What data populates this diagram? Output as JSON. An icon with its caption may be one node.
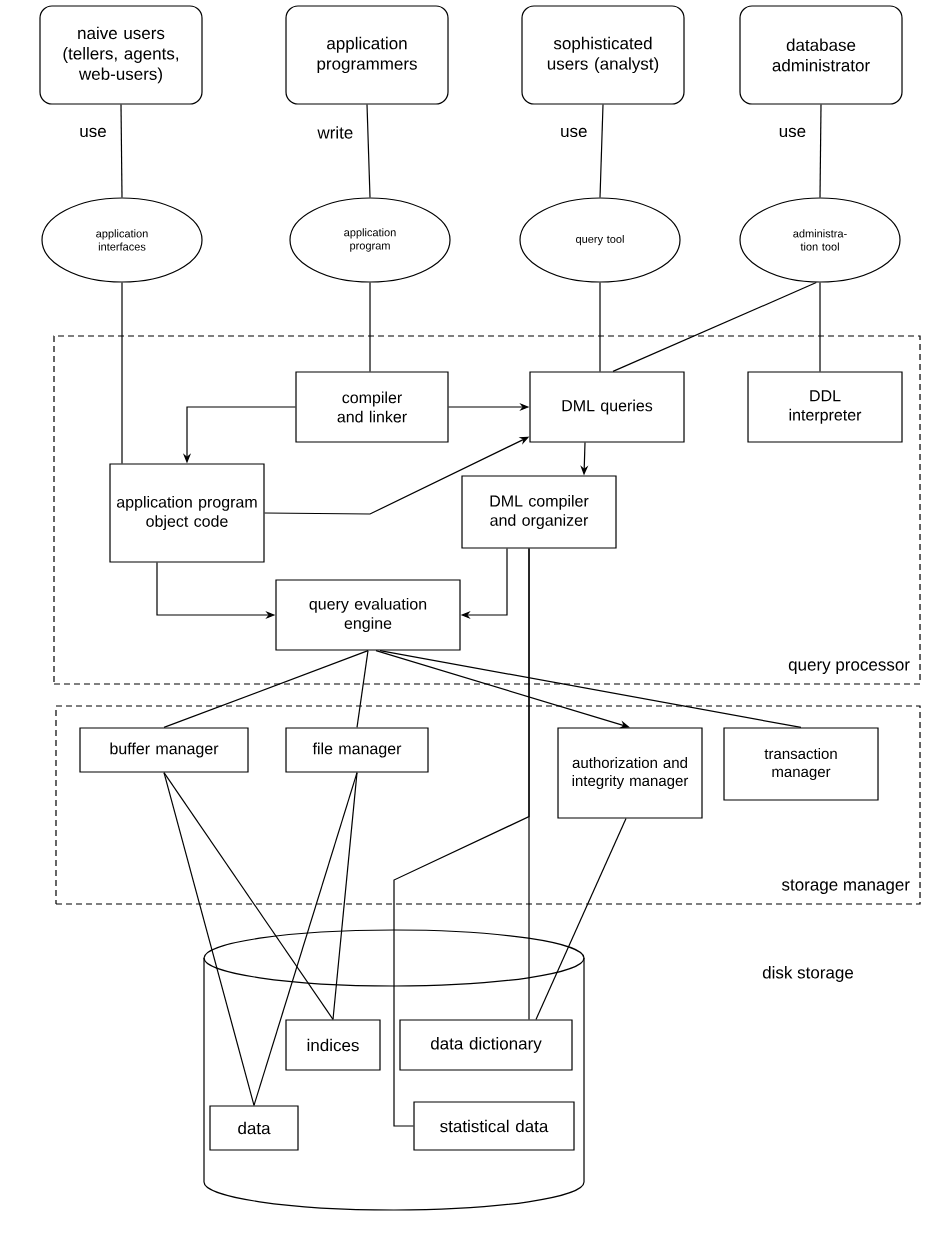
{
  "diagram": {
    "nodes": [
      {
        "text": [
          "naive users (tellers, agents, web-users)"
        ]
      },
      {
        "text": [
          "application programmers"
        ]
      },
      {
        "text": [
          "sophisticated users (analyst)"
        ]
      },
      {
        "text": [
          "database administrator"
        ]
      },
      {
        "text": [
          "application interfaces"
        ]
      },
      {
        "text": [
          "application program"
        ]
      },
      {
        "text": [
          "query tool"
        ]
      },
      {
        "text": [
          "administra-tion tool"
        ]
      },
      {
        "text": [
          "query processor"
        ]
      },
      {
        "text": [
          "compiler and linker"
        ],
        "in": 8
      },
      {
        "text": [
          "DML queries"
        ],
        "in": 8
      },
      {
        "text": [
          "DDL interpreter"
        ],
        "in": 8
      },
      {
        "text": [
          "application program object code"
        ],
        "in": 8
      },
      {
        "text": [
          "DML compiler and organizer"
        ],
        "in": 8
      },
      {
        "text": [
          "query evaluation engine"
        ],
        "in": 8
      },
      {
        "text": [
          "storage manager"
        ]
      },
      {
        "text": [
          "buffer manager"
        ],
        "in": 15
      },
      {
        "text": [
          "file manager"
        ],
        "in": 15
      },
      {
        "text": [
          "authorization and integrity manager"
        ],
        "in": 15
      },
      {
        "text": [
          "transaction manager"
        ],
        "in": 15
      },
      {
        "text": [],
        "shape": "cylinder"
      },
      {
        "text": [
          "indices"
        ],
        "in": 20
      },
      {
        "text": [
          "data dictionary"
        ],
        "in": 20
      },
      {
        "text": [
          "data"
        ],
        "in": 20
      },
      {
        "text": [
          "statistical data"
        ],
        "in": 20
      }
    ],
    "edges": [
      {
        "from": 0,
        "to": 4,
        "arrow": "none",
        "label": "use"
      },
      {
        "from": 1,
        "to": 5,
        "arrow": "none",
        "label": "write"
      },
      {
        "from": 2,
        "to": 6,
        "arrow": "none",
        "label": "use"
      },
      {
        "from": 3,
        "to": 7,
        "arrow": "none",
        "label": "use"
      },
      {
        "from": 4,
        "to": 12,
        "arrow": "none"
      },
      {
        "from": 5,
        "to": 9,
        "arrow": "none"
      },
      {
        "from": 6,
        "to": 10,
        "arrow": "none"
      },
      {
        "from": 7,
        "to": 10,
        "arrow": "none"
      },
      {
        "from": 7,
        "to": 11,
        "arrow": "none"
      },
      {
        "from": 9,
        "to": 12,
        "arrow": "to"
      },
      {
        "from": 9,
        "to": 10,
        "arrow": "to"
      },
      {
        "from": 12,
        "to": 10,
        "arrow": "to"
      },
      {
        "from": 10,
        "to": 13,
        "arrow": "to"
      },
      {
        "from": 12,
        "to": 14,
        "arrow": "to"
      },
      {
        "from": 13,
        "to": 14,
        "arrow": "to"
      },
      {
        "from": 14,
        "to": 16,
        "arrow": "none"
      },
      {
        "from": 14,
        "to": 17,
        "arrow": "none"
      },
      {
        "from": 14,
        "to": 18,
        "arrow": "to"
      },
      {
        "from": 14,
        "to": 19,
        "arrow": "none"
      },
      {
        "from": 16,
        "to": 23,
        "arrow": "none"
      },
      {
        "from": 16,
        "to": 21,
        "arrow": "none"
      },
      {
        "from": 17,
        "to": 23,
        "arrow": "none"
      },
      {
        "from": 17,
        "to": 21,
        "arrow": "none"
      },
      {
        "from": 13,
        "to": 22,
        "arrow": "none"
      },
      {
        "from": 13,
        "to": 24,
        "arrow": "none"
      },
      {
        "from": 18,
        "to": 22,
        "arrow": "none"
      }
    ],
    "labels": [
      "disk storage"
    ]
  }
}
